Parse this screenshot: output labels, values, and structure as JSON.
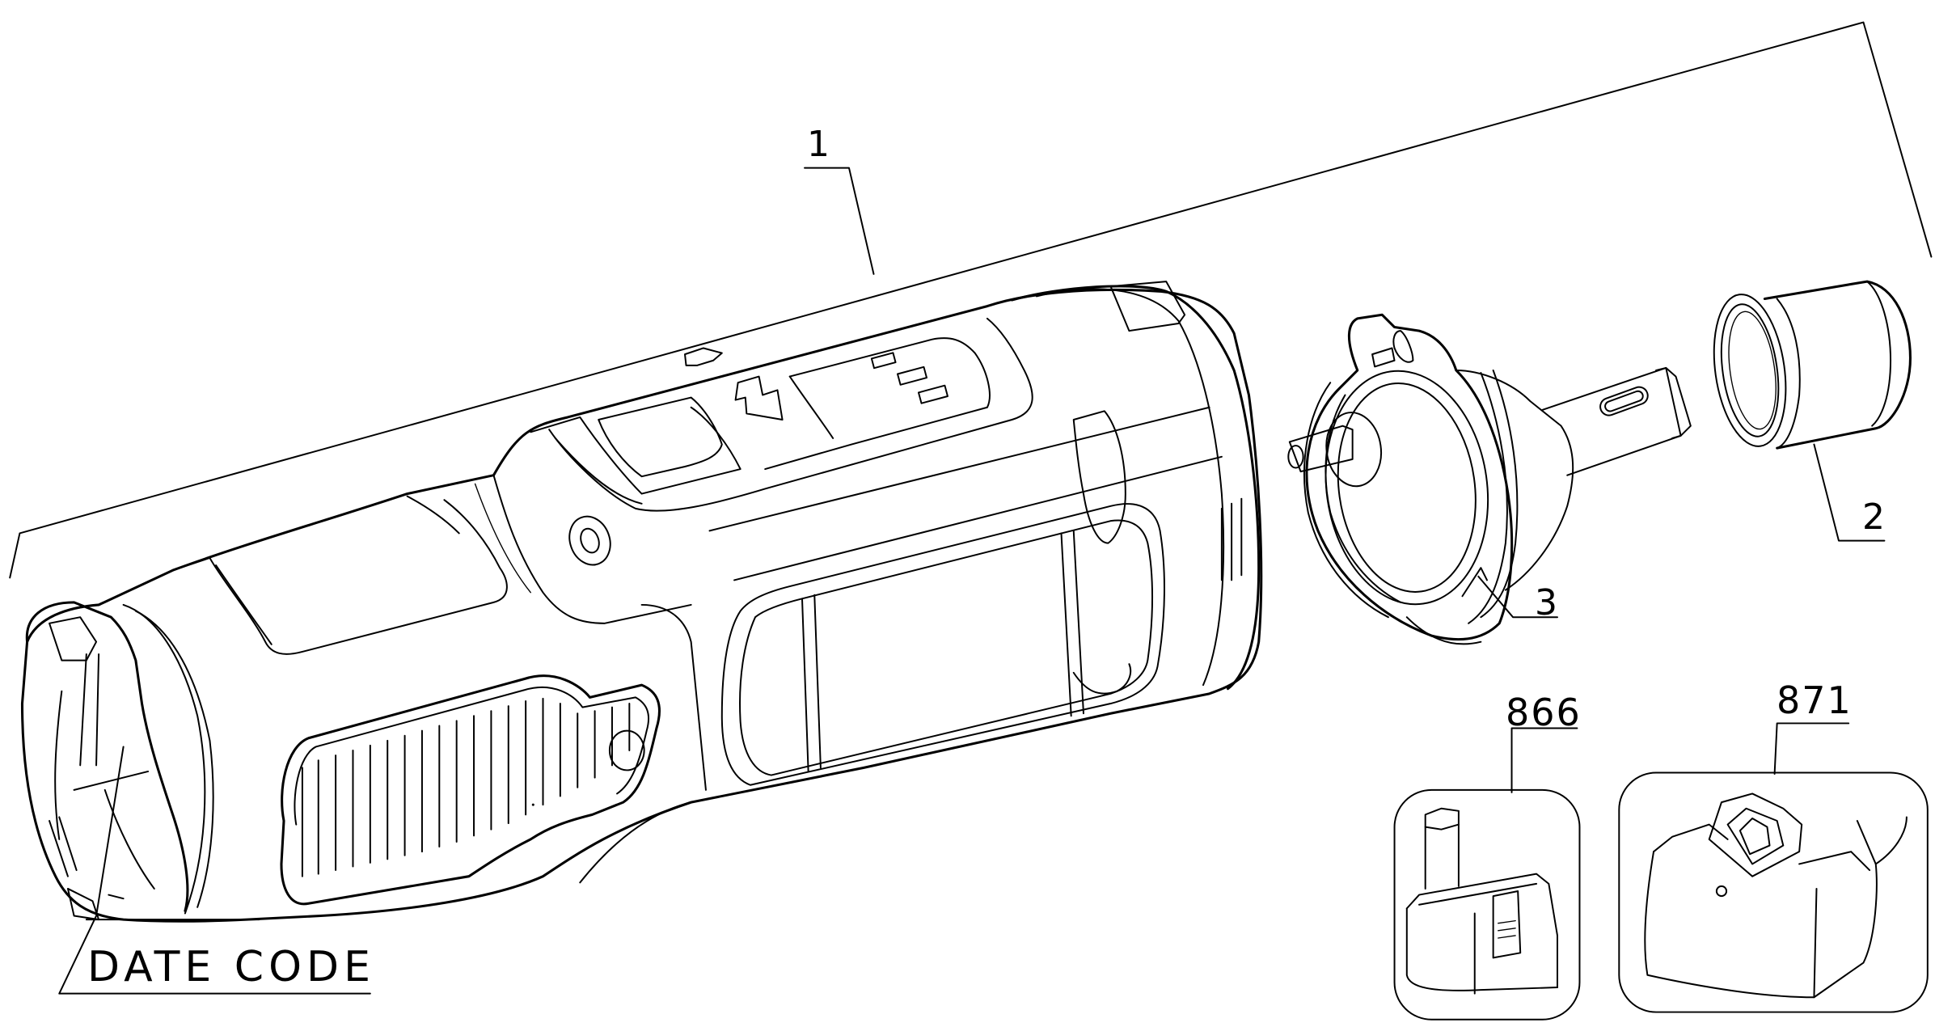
{
  "diagram": {
    "type": "exploded parts diagram",
    "subject": "cordless screwdriver assembly",
    "stroke_color": "#000000",
    "background_color": "#ffffff"
  },
  "callouts": [
    {
      "id": "1",
      "label": "1",
      "part": "main tool body assembly (bracket spans body and front components)"
    },
    {
      "id": "2",
      "label": "2",
      "part": "bit holder sleeve"
    },
    {
      "id": "3",
      "label": "3",
      "part": "chuck / nose assembly"
    },
    {
      "id": "866",
      "label": "866",
      "part": "battery pack"
    },
    {
      "id": "871",
      "label": "871",
      "part": "charger"
    }
  ],
  "annotations": {
    "date_code": "DATE CODE"
  }
}
